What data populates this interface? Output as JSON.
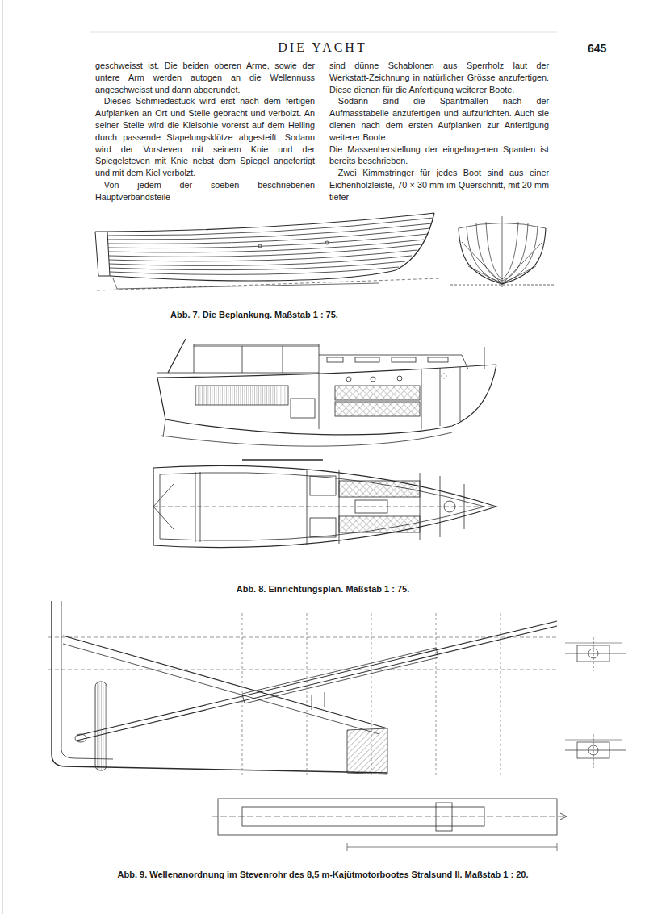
{
  "diagram": {
    "title": "DIE YACHT",
    "labels": [
      "645",
      "geschweisst ist. Die beiden oberen Arme, sowie der untere Arm werden autogen an die Wellennuss angeschweisst und dann abgerundet.",
      "Dieses Schmiedestück wird erst nach dem fertigen Aufplanken an Ort und Stelle gebracht und verbolzt. An seiner Stelle wird die Kielsohle vorerst auf dem Helling durch passende Stapelungsklötze abgesteift. Sodann wird der Vorsteven mit seinem Knie und der Spiegelsteven mit Knie nebst dem Spiegel angefertigt und mit dem Kiel verbolzt.",
      "Von jedem der soeben beschriebenen Hauptverbandsteile",
      "sind dünne Schablonen aus Sperrholz laut der Werkstatt-Zeichnung in natürlicher Grösse anzufertigen. Diese dienen für die Anfertigung weiterer Boote.",
      "Sodann sind die Spantmallen nach der Aufmasstabelle anzufertigen und aufzurichten. Auch sie dienen nach dem ersten Aufplanken zur Anfertigung weiterer Boote.",
      "Die Massenherstellung der eingebogenen Spanten ist bereits beschrieben.",
      "Zwei Kimmstringer für jedes Boot sind aus einer Eichenholzleiste, 70 × 30 mm im Querschnitt, mit 20 mm tiefer",
      "Abb. 7. Die Beplankung. Maßstab 1 : 75.",
      "Abb. 8. Einrichtungsplan. Maßstab 1 : 75.",
      "Abb. 9. Wellenanordnung im Stevenrohr des 8,5 m-Kajütmotorbootes Stralsund II. Maßstab 1 : 20."
    ]
  }
}
